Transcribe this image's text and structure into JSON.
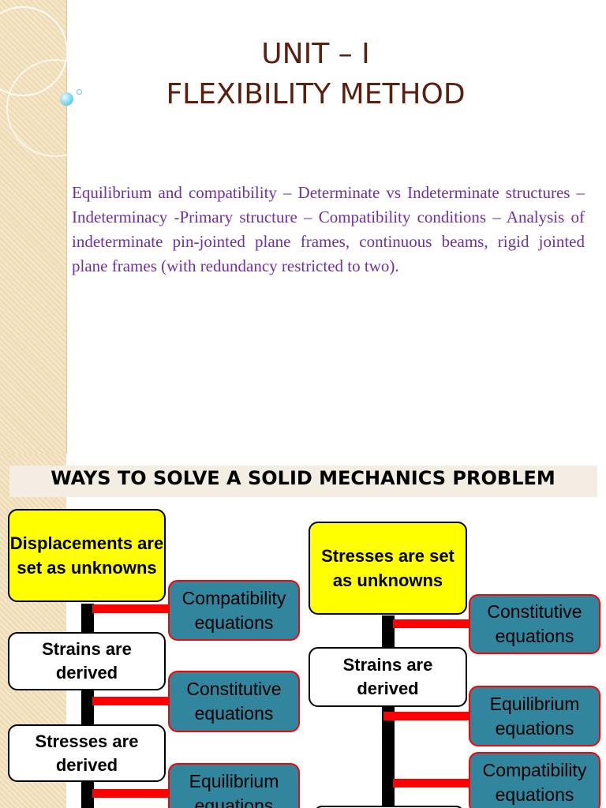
{
  "slide1": {
    "title_line1": "UNIT – I",
    "title_line2": "FLEXIBILITY METHOD",
    "body": "Equilibrium and compatibility – Determinate vs Indeterminate structures – Indeterminacy -Primary structure – Compatibility conditions – Analysis of indeterminate pin-jointed plane frames, continuous beams, rigid jointed plane frames (with redundancy restricted to two).",
    "colors": {
      "title": "#5a1f0f",
      "body": "#7030a0",
      "band": "#efdcb4"
    }
  },
  "slide2": {
    "title": "WAYS TO SOLVE A SOLID MECHANICS PROBLEM",
    "left": {
      "start": "Displacements are set as unknowns",
      "step2": "Strains are derived",
      "step3": "Stresses are derived",
      "eq1": "Compatibility equations",
      "eq2": "Constitutive equations",
      "eq3": "Equilibrium equations"
    },
    "right": {
      "start": "Stresses are set as unknowns",
      "step2": "Strains are derived",
      "eq1": "Constitutive equations",
      "eq2": "Equilibrium equations",
      "eq3": "Compatibility equations"
    },
    "colors": {
      "start_box": "#ffff00",
      "equation_box": "#31859c",
      "connector": "#ff0000"
    }
  }
}
